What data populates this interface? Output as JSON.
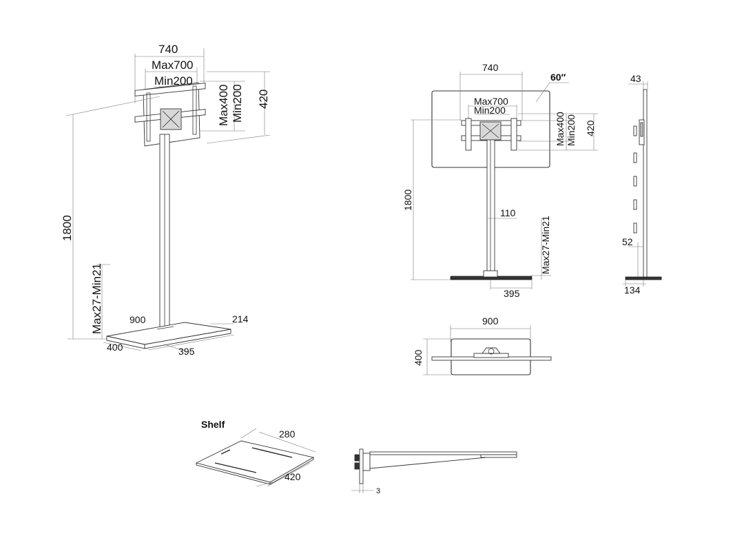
{
  "iso_view": {
    "width": "740",
    "vesa_h_max": "Max700",
    "vesa_h_min": "Min200",
    "vesa_v_max": "Max400",
    "vesa_v_min": "Min200",
    "height_bracket": "420",
    "total_height": "1800",
    "glass_thickness": "Max27-Min21",
    "base_width": "900",
    "base_depth_offset": "214",
    "base_depth": "400",
    "base_pillar_offset": "395"
  },
  "front_view": {
    "width": "740",
    "screen_size": "60″",
    "vesa_h_max": "Max700",
    "vesa_h_min": "Min200",
    "vesa_v_max": "Max400",
    "vesa_v_min": "Min200",
    "height_bracket": "420",
    "total_height": "1800",
    "pole_width": "110",
    "glass_thickness": "Max27-Min21",
    "base_offset": "395"
  },
  "side_view": {
    "top_offset": "43",
    "shelf_offset": "52",
    "base_depth": "134"
  },
  "top_view": {
    "width": "900",
    "depth": "400"
  },
  "shelf": {
    "title": "Shelf",
    "depth": "280",
    "width": "420",
    "thickness": "3"
  }
}
